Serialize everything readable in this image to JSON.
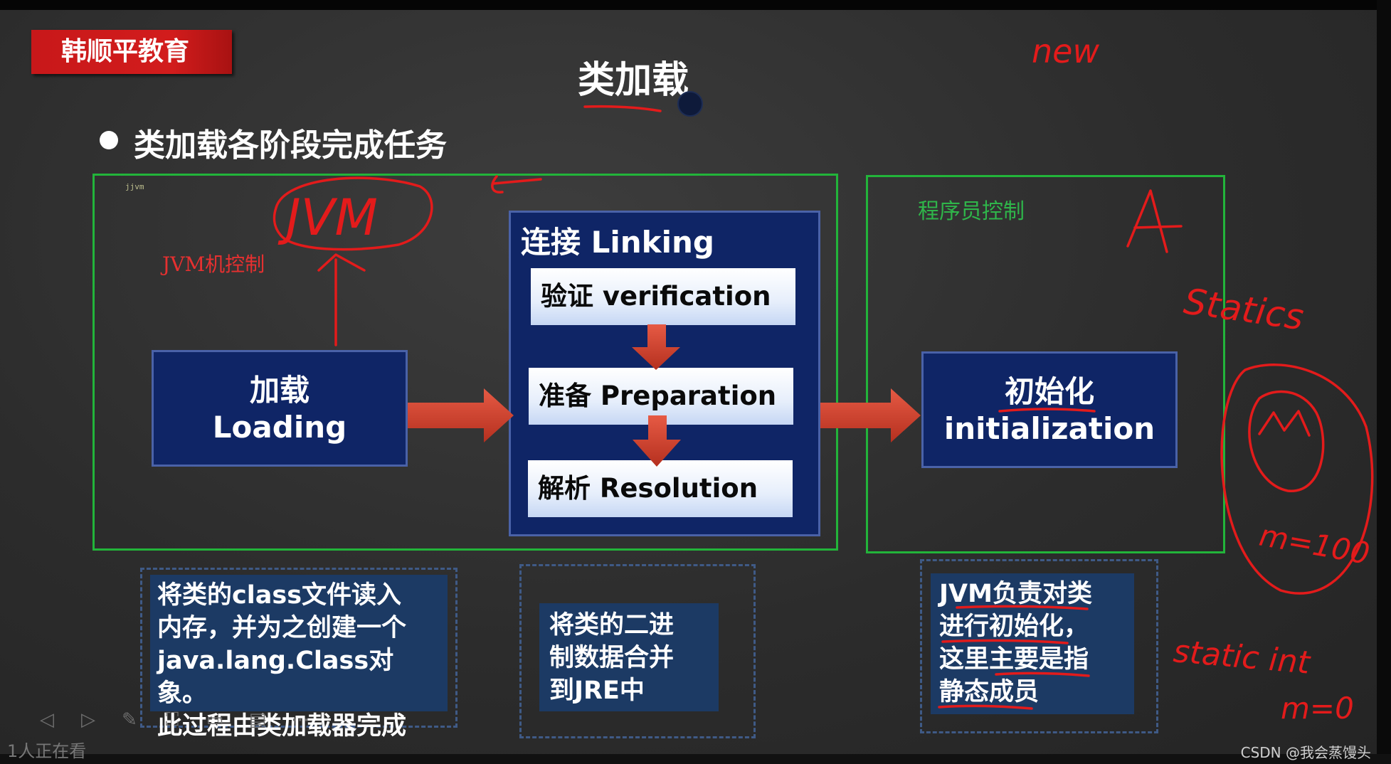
{
  "brand": "韩顺平教育",
  "slide": {
    "title": "类加载",
    "bullet": "类加载各阶段完成任务",
    "jvm_tiny_label": "jjvm",
    "jvm_control_label": "JVM机控制",
    "programmer_control_label": "程序员控制",
    "loading": {
      "line1": "加载",
      "line2": "Loading"
    },
    "linking": {
      "title": "连接 Linking",
      "steps": [
        "验证 verification",
        "准备 Preparation",
        "解析 Resolution"
      ]
    },
    "initialization": {
      "line1": "初始化",
      "line2": "initialization"
    },
    "descriptions": {
      "loading": [
        "将类的class文件读入",
        "内存，并为之创建一个",
        "java.lang.Class对象。",
        "此过程由类加载器完成"
      ],
      "linking": [
        "将类的二进",
        "制数据合并",
        "到JRE中"
      ],
      "initialization": [
        "JVM负责对类",
        "进行初始化，",
        "这里主要是指",
        "静态成员"
      ]
    },
    "handwriting": {
      "jvm": "JVM",
      "new": "new",
      "a": "A",
      "statics": "Statics",
      "m100": "m=100",
      "static_int": "static int",
      "m0": "m=0"
    }
  },
  "player": {
    "viewers": "1人正在看",
    "icons": [
      "prev-icon",
      "play-icon",
      "pen-icon",
      "screenshot-icon",
      "camera-icon",
      "comment-icon",
      "more-icon"
    ]
  },
  "watermark": "CSDN @我会蒸馒头",
  "colors": {
    "navy": "#0f2566",
    "green_border": "#22b43a",
    "arrow_red": "#d44331",
    "ink_red": "#e31b1b",
    "brand_red": "#d21c1c"
  }
}
